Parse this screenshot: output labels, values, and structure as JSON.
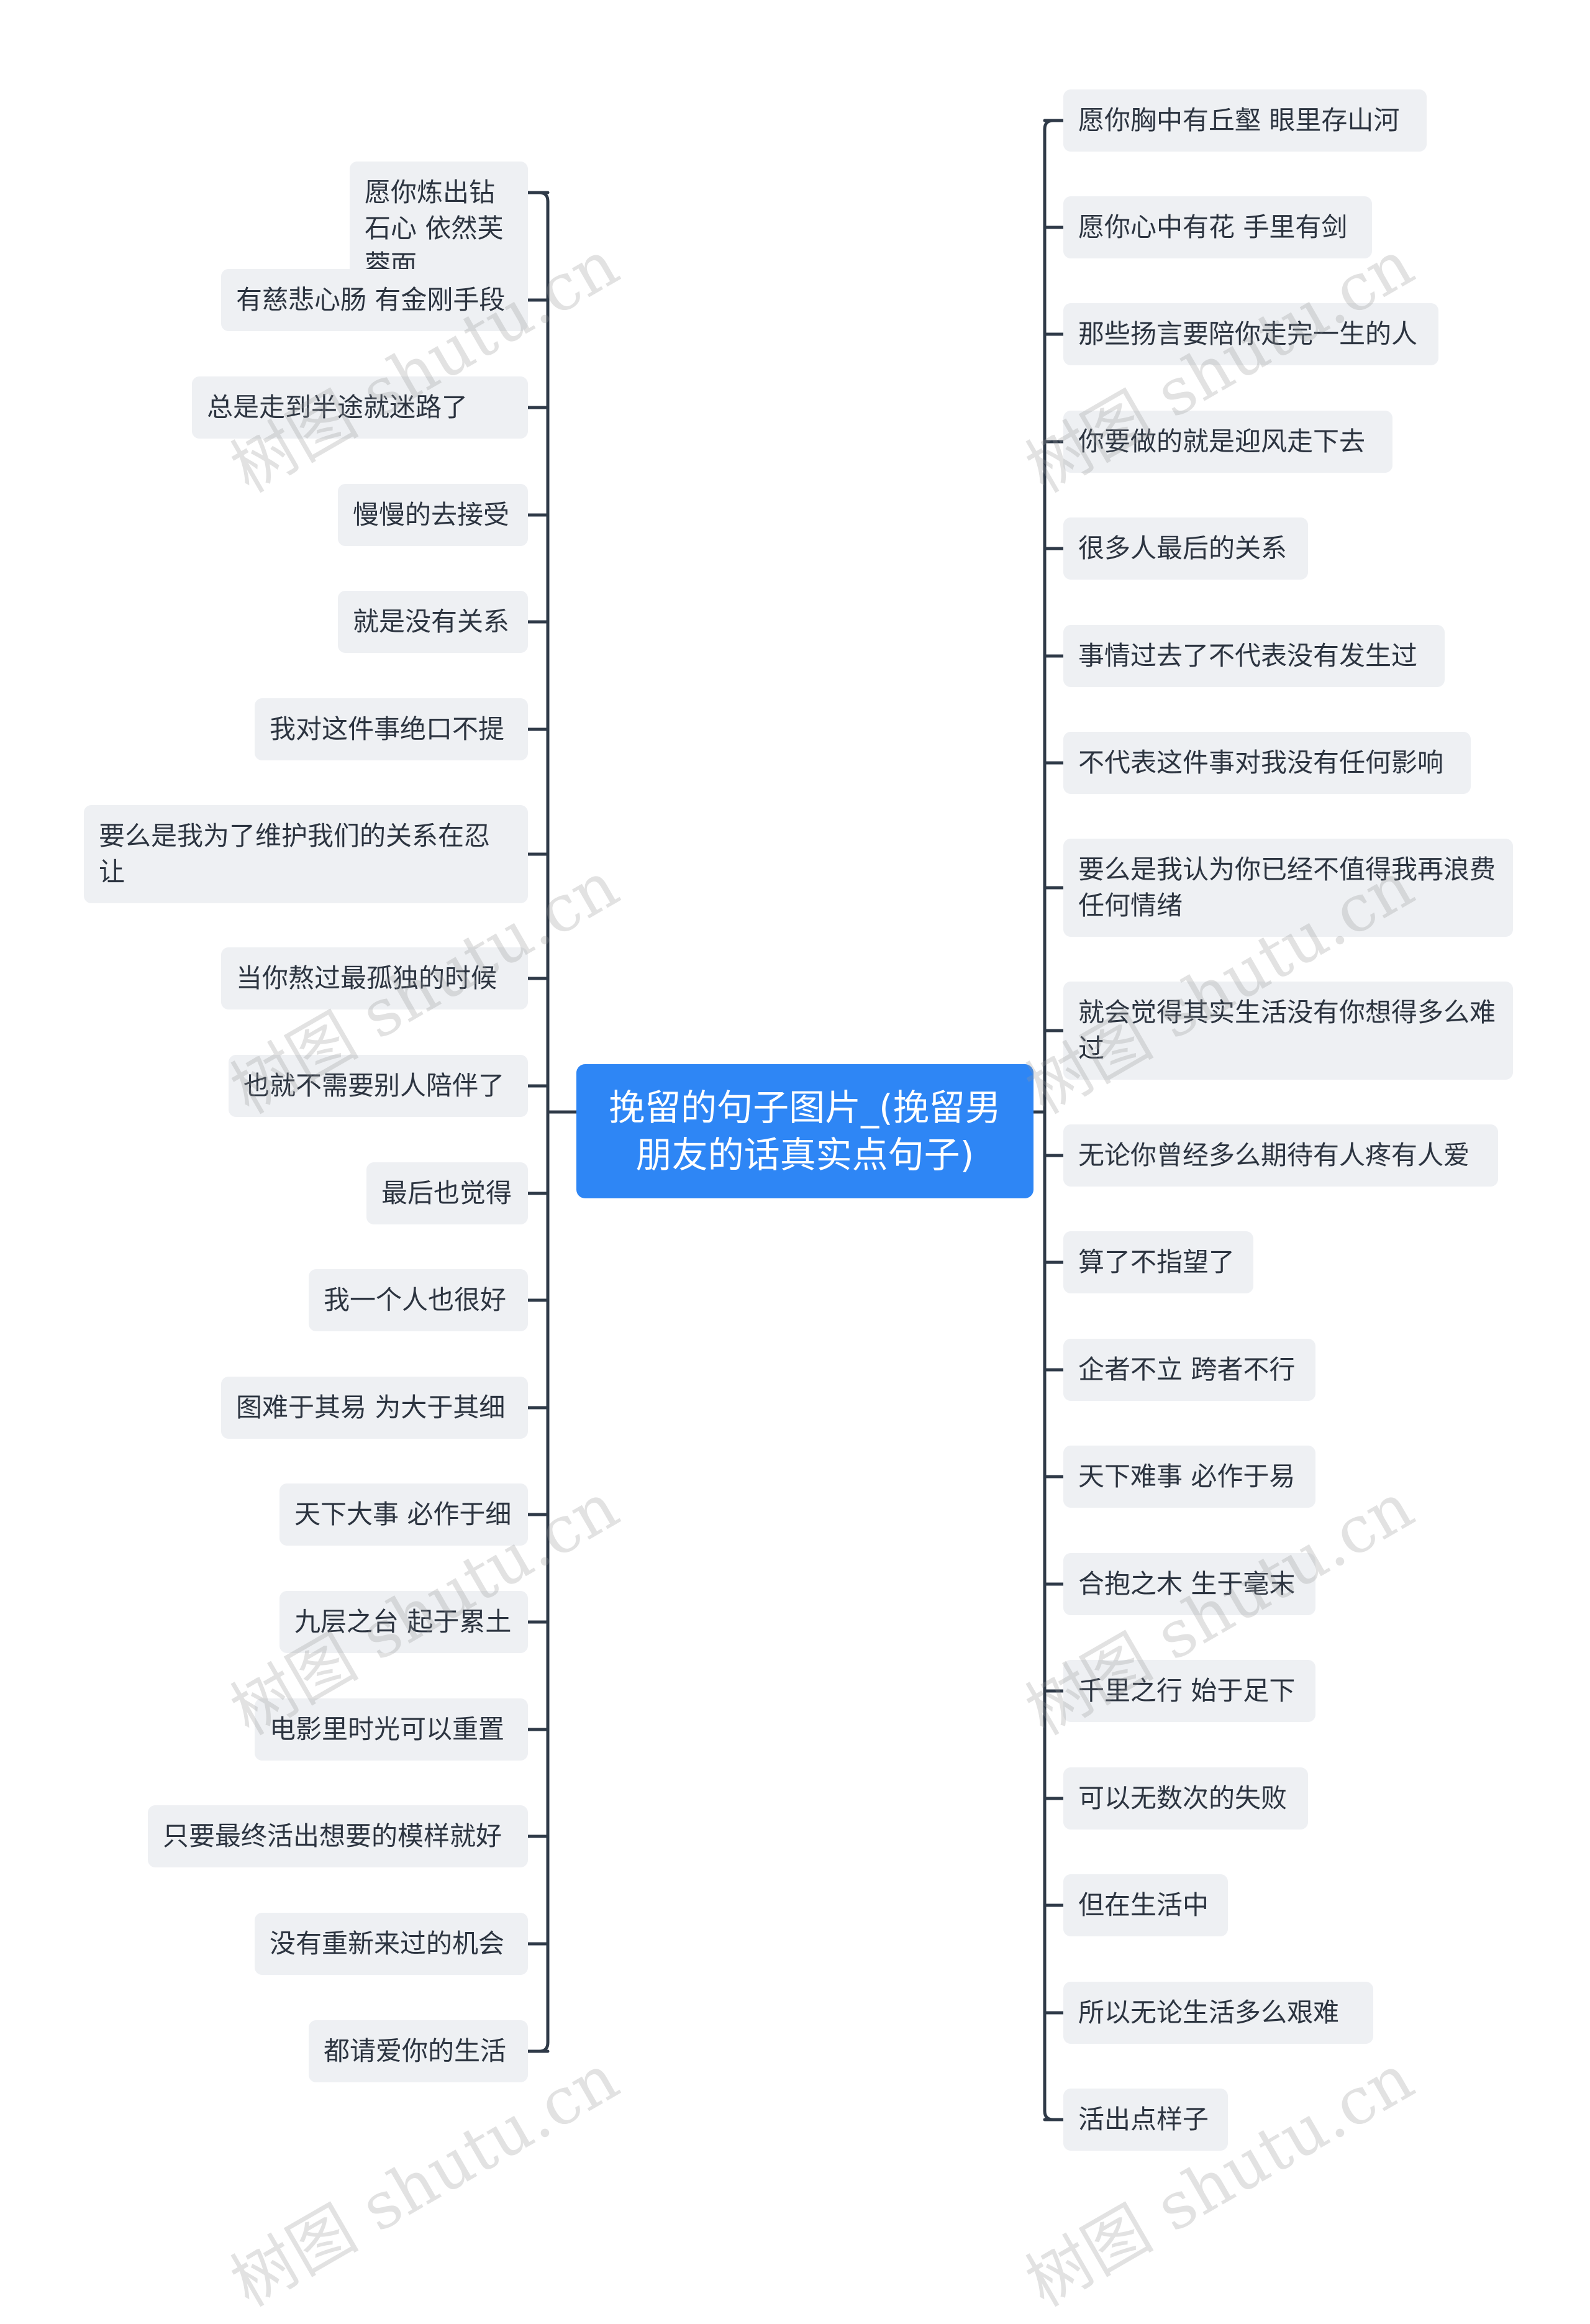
{
  "root": {
    "label": "挽留的句子图片_(挽留男朋友的话真实点句子)"
  },
  "left_branches": [
    "愿你炼出钻石心 依然芙蓉面",
    "有慈悲心肠 有金刚手段",
    "总是走到半途就迷路了",
    "慢慢的去接受",
    "就是没有关系",
    "我对这件事绝口不提",
    "要么是我为了维护我们的关系在忍让",
    "当你熬过最孤独的时候",
    "也就不需要别人陪伴了",
    "最后也觉得",
    "我一个人也很好",
    "图难于其易 为大于其细",
    "天下大事 必作于细",
    "九层之台 起于累土",
    "电影里时光可以重置",
    "只要最终活出想要的模样就好",
    "没有重新来过的机会",
    "都请爱你的生活"
  ],
  "right_branches": [
    "愿你胸中有丘壑 眼里存山河",
    "愿你心中有花 手里有剑",
    "那些扬言要陪你走完一生的人",
    "你要做的就是迎风走下去",
    "很多人最后的关系",
    "事情过去了不代表没有发生过",
    "不代表这件事对我没有任何影响",
    "要么是我认为你已经不值得我再浪费任何情绪",
    "就会觉得其实生活没有你想得多么难过",
    "无论你曾经多么期待有人疼有人爱",
    "算了不指望了",
    "企者不立 跨者不行",
    "天下难事 必作于易",
    "合抱之木 生于毫末",
    "千里之行 始于足下",
    "可以无数次的失败",
    "但在生活中",
    "所以无论生活多么艰难",
    "活出点样子"
  ],
  "watermark": "树图 shutu.cn",
  "colors": {
    "root_bg": "#2e86f5",
    "node_bg": "#eef0f3",
    "line": "#2f3a48",
    "text": "#2c3440"
  }
}
